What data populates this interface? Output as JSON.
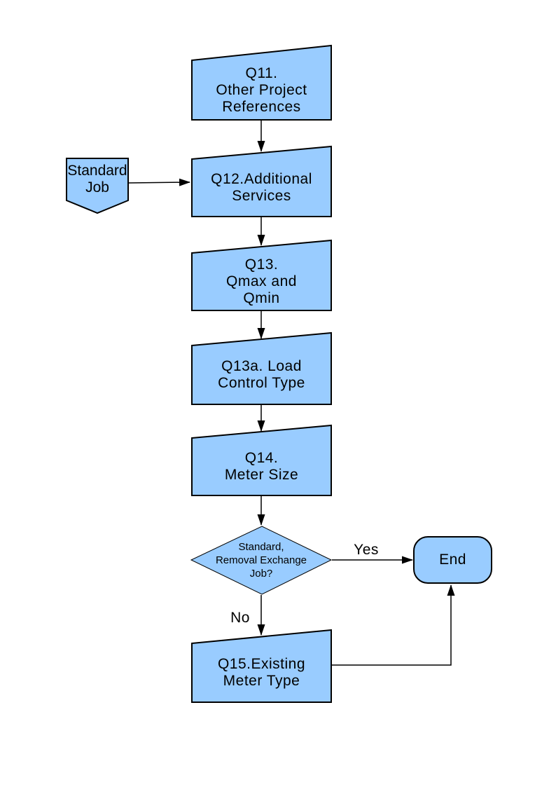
{
  "palette": {
    "background": "#ffffff",
    "node_fill": "#99ccff",
    "node_border": "#000000",
    "text_color": "#000000"
  },
  "nodes": {
    "q11": {
      "shape": "manual-input-box",
      "lines": [
        "Q11.",
        "Other Project",
        "References"
      ]
    },
    "standard_job": {
      "shape": "off-page-connector",
      "lines": [
        "Standard",
        "Job"
      ]
    },
    "q12": {
      "shape": "manual-input-box",
      "lines": [
        "Q12.Additional",
        "Services"
      ]
    },
    "q13": {
      "shape": "manual-input-box",
      "lines": [
        "Q13.",
        "Qmax and",
        "Qmin"
      ]
    },
    "q13a": {
      "shape": "manual-input-box",
      "lines": [
        "Q13a. Load",
        "Control Type"
      ]
    },
    "q14": {
      "shape": "manual-input-box",
      "lines": [
        "Q14.",
        "Meter Size"
      ]
    },
    "decision": {
      "shape": "diamond",
      "lines": [
        "Standard,",
        "Removal Exchange",
        "Job?"
      ]
    },
    "end": {
      "shape": "terminator",
      "lines": [
        "End"
      ]
    },
    "q15": {
      "shape": "manual-input-box",
      "lines": [
        "Q15.Existing",
        "Meter Type"
      ]
    }
  },
  "edge_labels": {
    "yes": "Yes",
    "no": "No"
  }
}
